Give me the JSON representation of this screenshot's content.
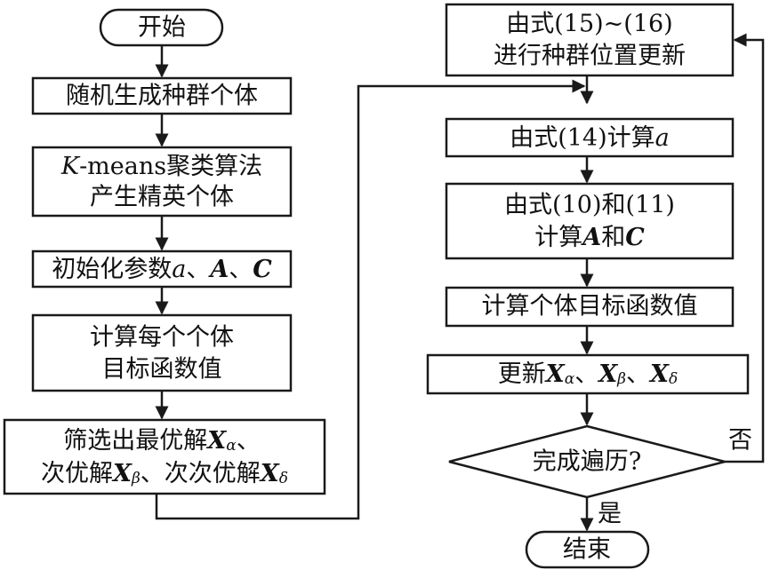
{
  "left_column": {
    "start": "开始",
    "step1": "随机生成种群个体",
    "step2_line1_var": "K",
    "step2_line1_rest": "-means聚类算法",
    "step2_line2": "产生精英个体",
    "step3_text": "初始化参数",
    "step3_a": "a",
    "step3_sep": "、",
    "step3_A": "A",
    "step3_C": "C",
    "step4_line1": "计算每个个体",
    "step4_line2": "目标函数值",
    "step5_line1_text": "筛选出最优解",
    "step5_line2_text1": "次优解",
    "step5_line2_text2": "次次优解",
    "var_X": "X",
    "sub_alpha": "α",
    "sub_beta": "β",
    "sub_delta": "δ"
  },
  "right_column": {
    "update_line1": "由式(15)~(16)",
    "update_line2": "进行种群位置更新",
    "calc_a_text": "由式(14)计算",
    "calc_a_var": "a",
    "calc_AC_line1": "由式(10)和(11)",
    "calc_AC_line2_text": "计算",
    "calc_AC_and": "和",
    "calc_fitness": "计算个体目标函数值",
    "update_X_text": "更新",
    "decision": "完成遍历?",
    "no_label": "否",
    "yes_label": "是",
    "end": "结束"
  }
}
